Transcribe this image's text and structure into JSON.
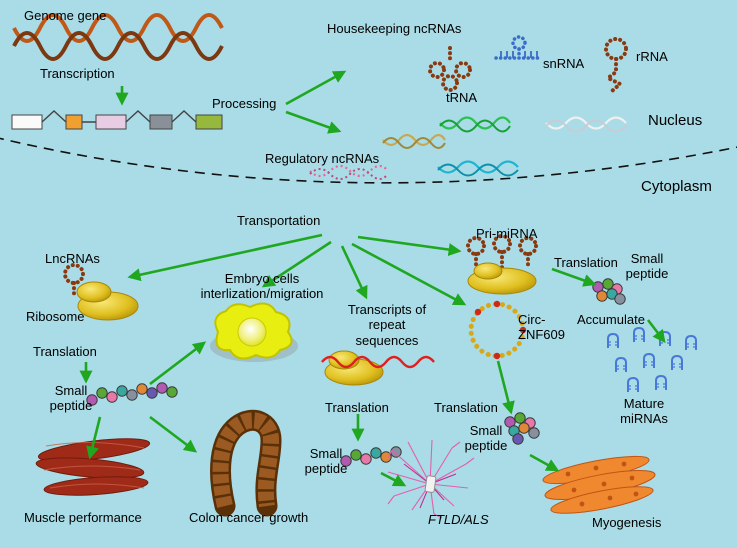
{
  "colors": {
    "background": "#a9dce6",
    "arrow_green": "#1fa71f",
    "dna_orange": "#c05818",
    "ribosome_gold": "#e0c020",
    "mirna_blue": "#4878d8"
  },
  "nucleus": {
    "genome_gene": "Genome gene",
    "transcription": "Transcription",
    "processing": "Processing",
    "housekeeping_ncrnas": "Housekeeping ncRNAs",
    "trna": "tRNA",
    "snrna": "snRNA",
    "rrna": "rRNA",
    "regulatory_ncrnas": "Regulatory ncRNAs",
    "nucleus_label": "Nucleus",
    "cytoplasm_label": "Cytoplasm"
  },
  "cytoplasm": {
    "transportation": "Transportation",
    "lncrnas": "LncRNAs",
    "ribosome": "Ribosome",
    "translation_left": "Translation",
    "small_peptide_left": "Small peptide",
    "embryo_cells": "Embryo cells interlization/migration",
    "muscle_performance": "Muscle performance",
    "colon_cancer_growth": "Colon cancer growth",
    "repeat_transcripts": "Transcripts of repeat sequences",
    "translation_mid": "Translation",
    "small_peptide_mid": "Small peptide",
    "ftld_als": "FTLD/ALS",
    "pri_mirna": "Pri-miRNA",
    "translation_pri": "Translation",
    "small_peptide_pri": "Small peptide",
    "accumulate": "Accumulate",
    "mature_mirnas": "Mature miRNAs",
    "circ_znf609": "Circ-ZNF609",
    "translation_circ": "Translation",
    "small_peptide_circ": "Small peptide",
    "myogenesis": "Myogenesis"
  }
}
